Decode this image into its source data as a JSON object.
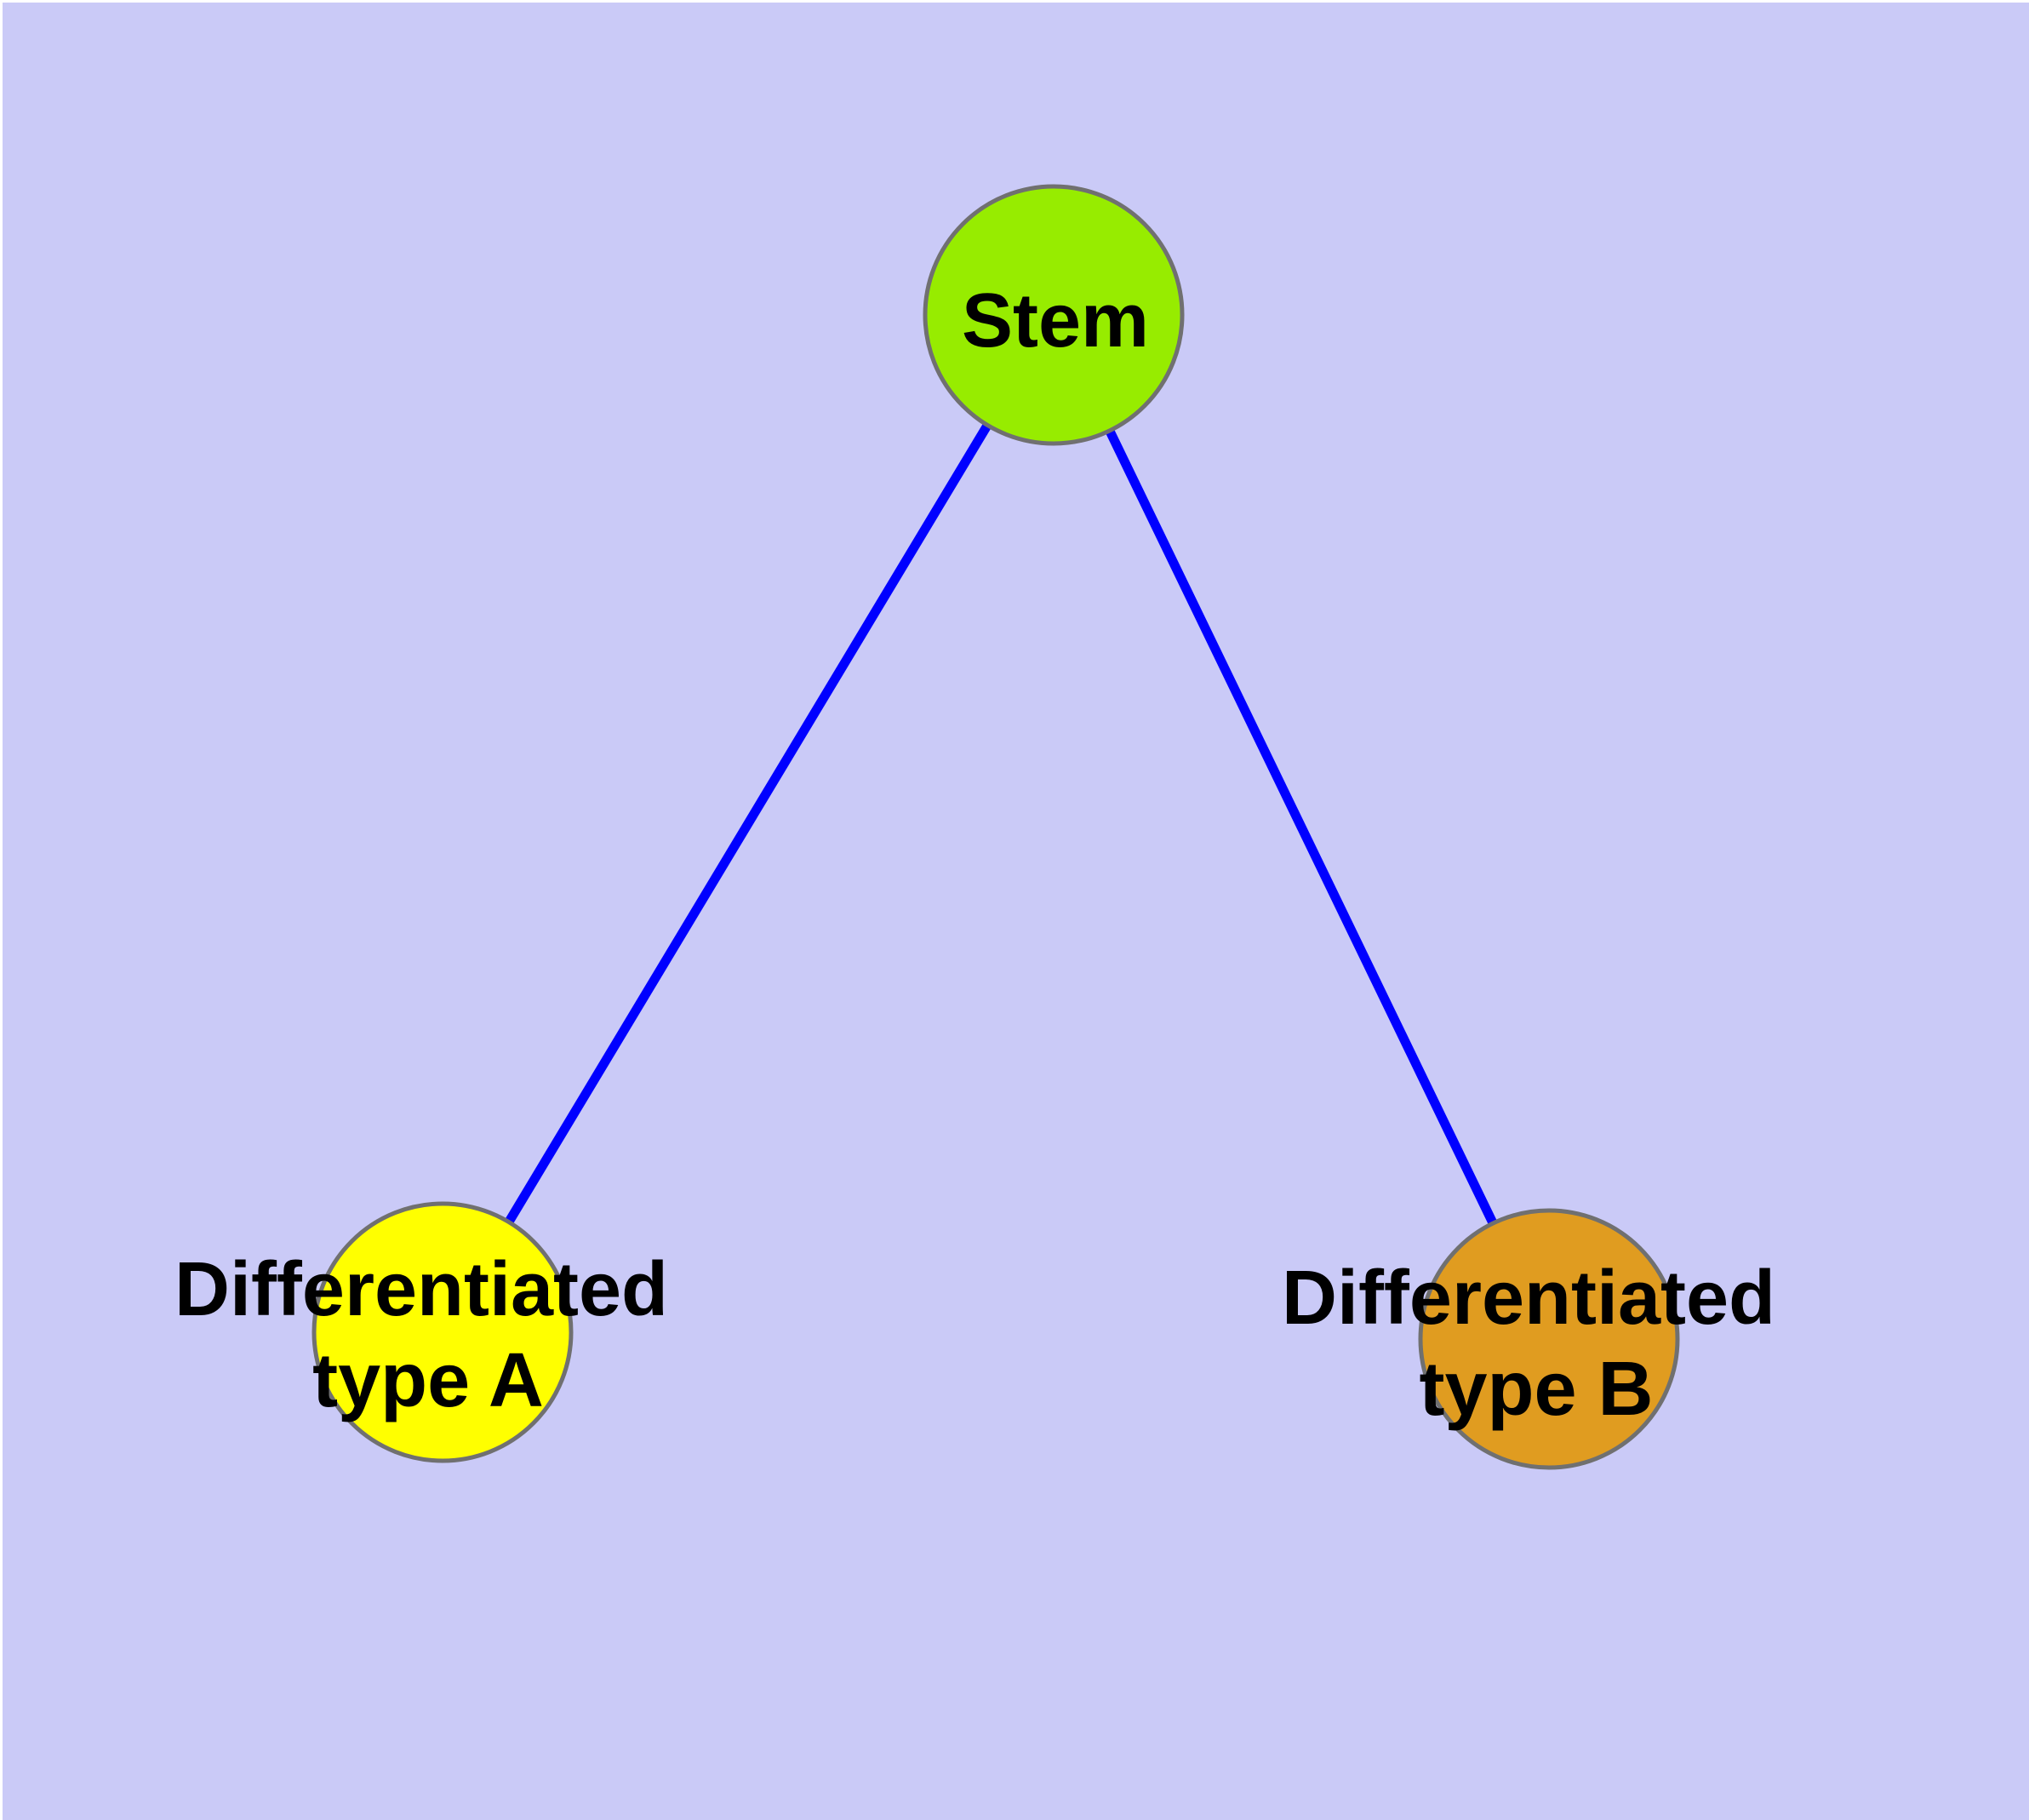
{
  "diagram": {
    "title_semantic": "Stem cell differentiation graph",
    "background_color": "#CACAF7",
    "outer_margin_color": "#FFFFFF",
    "edge_color": "#0000FF",
    "node_border_color": "#707070",
    "label_color": "#000000",
    "nodes": {
      "stem": {
        "label": "Stem",
        "fill": "#97EC00"
      },
      "type_a": {
        "label_line1": "Differentiated",
        "label_line2": "type A",
        "fill": "#FFFF00"
      },
      "type_b": {
        "label_line1": "Differentiated",
        "label_line2": "type B",
        "fill": "#E09C20"
      }
    },
    "edges": [
      {
        "from": "Stem",
        "to": "Differentiated type A"
      },
      {
        "from": "Stem",
        "to": "Differentiated type B"
      }
    ]
  }
}
